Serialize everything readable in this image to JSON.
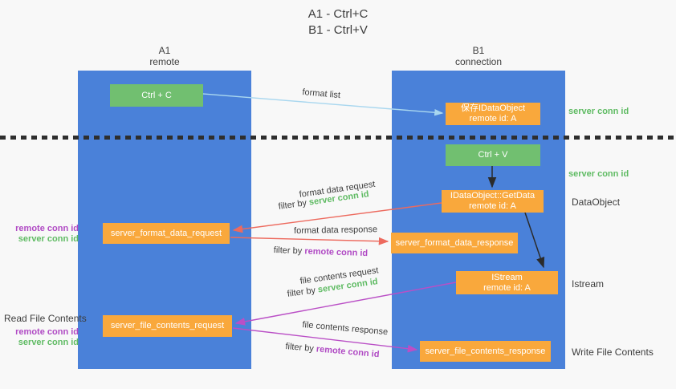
{
  "title": {
    "line1": "A1 - Ctrl+C",
    "line2": "B1 - Ctrl+V"
  },
  "columns": {
    "a1": {
      "name": "A1",
      "role": "remote"
    },
    "b1": {
      "name": "B1",
      "role": "connection"
    }
  },
  "nodes": {
    "ctrl_c": {
      "label": "Ctrl + C"
    },
    "ctrl_v": {
      "label": "Ctrl + V"
    },
    "save_dataobject": {
      "line1": "保存IDataObject",
      "line2": "remote id: A"
    },
    "getdata": {
      "line1": "IDataObject::GetData",
      "line2": "remote id: A"
    },
    "istream": {
      "line1": "IStream",
      "line2": "remote id: A"
    },
    "server_format_data_request": {
      "label": "server_format_data_request"
    },
    "server_format_data_response": {
      "label": "server_format_data_response"
    },
    "server_file_contents_request": {
      "label": "server_file_contents_request"
    },
    "server_file_contents_response": {
      "label": "server_file_contents_response"
    }
  },
  "arrow_labels": {
    "format_list": "format list",
    "format_data_request": "format data request",
    "format_data_request_filter_prefix": "filter by",
    "format_data_request_filter_key": "server conn id",
    "format_data_response": "format data response",
    "format_data_response_filter_prefix": "filter by",
    "format_data_response_filter_key": "remote conn id",
    "file_contents_request": "file contents request",
    "file_contents_request_filter_prefix": "filter by",
    "file_contents_request_filter_key": "server conn id",
    "file_contents_response": "file contents response",
    "file_contents_response_filter_prefix": "filter by",
    "file_contents_response_filter_key": "remote conn id"
  },
  "side_labels": {
    "save_server_conn_id": "server conn id",
    "ctrlv_server_conn_id": "server conn id",
    "dataobject": "DataObject",
    "istream": "Istream",
    "write_file_contents": "Write File Contents",
    "read_file_contents": "Read File Contents",
    "format_remote_conn_id": "remote conn id",
    "format_server_conn_id": "server conn id",
    "file_remote_conn_id": "remote conn id",
    "file_server_conn_id": "server conn id"
  },
  "colors": {
    "background": "#f8f8f8",
    "column_blue": "#4a81d9",
    "box_green": "#71bf70",
    "box_orange": "#f9a83c",
    "text_dark": "#3d3d3d",
    "key_green": "#5fbb63",
    "key_purple": "#b04ac4",
    "arrow_salmon": "#ed6a5e",
    "arrow_purple": "#ba4fc6",
    "arrow_lightblue": "#a9d7ef",
    "arrow_black": "#2b2b2b"
  }
}
